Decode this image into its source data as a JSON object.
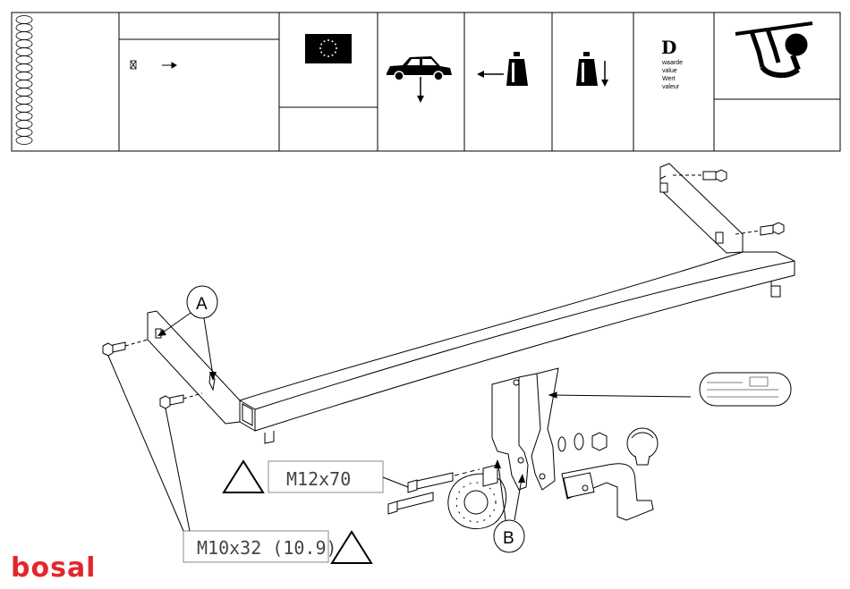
{
  "header": {
    "d_value_label": "D",
    "d_value_lines": [
      "waarde",
      "value",
      "Wert",
      "valeur"
    ],
    "eu_flag_color": "#000000"
  },
  "callouts": {
    "a": "A",
    "b": "B"
  },
  "bolts": {
    "bumper_bolt": "M12x70",
    "side_bolt": "M10x32 (10.9)"
  },
  "brand": {
    "logo_text": "bosal",
    "logo_color": "#e3262d"
  }
}
